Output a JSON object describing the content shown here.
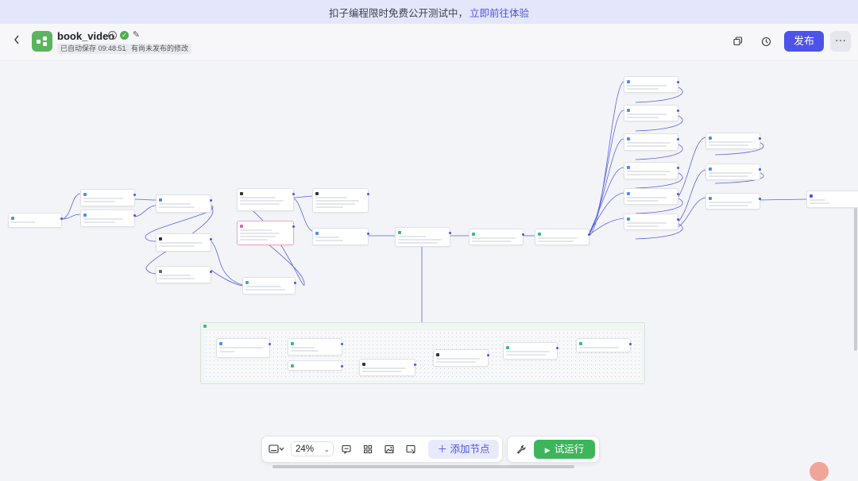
{
  "banner": {
    "text": "扣子编程限时免费公开测试中，",
    "link": "立即前往体验"
  },
  "header": {
    "title": "book_video",
    "autosave": "已自动保存 09:48:51",
    "unpublished": "有尚未发布的修改",
    "publish_label": "发布",
    "more_label": "···"
  },
  "icons": {
    "back": "chevron-left-icon",
    "info": "info-icon",
    "verified": "check-circle-icon",
    "edit": "edit-icon",
    "copy": "copy-icon",
    "history": "history-icon"
  },
  "toolbar": {
    "zoom": "24%",
    "add_node": "＋ 添加节点",
    "run": "试运行"
  },
  "colors": {
    "brand": "#4d53e8",
    "run": "#3db55b",
    "app_logo": "#5bb45e"
  }
}
